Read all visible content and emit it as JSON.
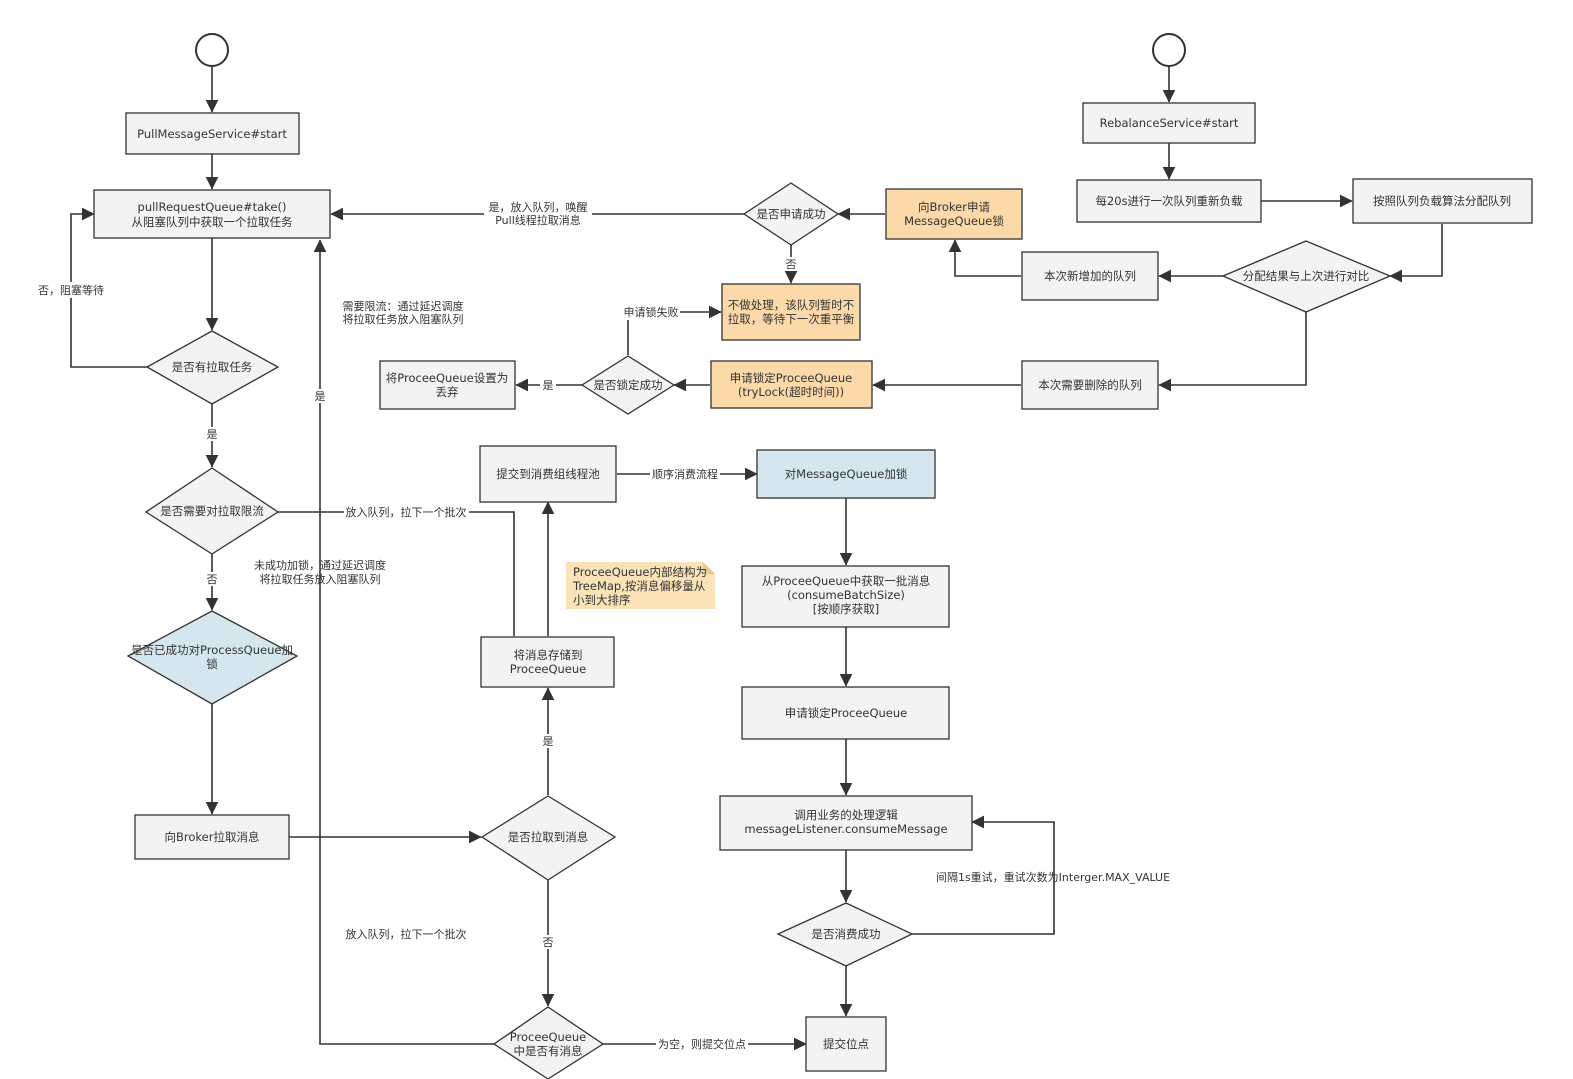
{
  "colors": {
    "default_fill": "#f3f3f3",
    "orange_fill": "#fcd9a8",
    "blue_fill": "#d6e6ee",
    "note_fill": "#fbe3b8",
    "line": "#333333"
  },
  "nodes": {
    "pull_start": "PullMessageService#start",
    "take": [
      "pullRequestQueue#take()",
      "从阻塞队列中获取一个拉取任务"
    ],
    "has_task": "是否有拉取任务",
    "need_limit": "是否需要对拉取限流",
    "locked_pq": [
      "是否已成功对ProcessQueue加",
      "锁"
    ],
    "pull_broker": "向Broker拉取消息",
    "pulled": "是否拉取到消息",
    "has_msg": [
      "ProceeQueue",
      "中是否有消息"
    ],
    "store_pq": [
      "将消息存储到",
      "ProceeQueue"
    ],
    "submit_pool": "提交到消费组线程池",
    "mq_lock": "对MessageQueue加锁",
    "fetch_batch": [
      "从ProceeQueue中获取一批消息",
      "(consumeBatchSize)",
      "[按顺序获取]"
    ],
    "lock_pq": "申请锁定ProceeQueue",
    "call_biz": [
      "调用业务的处理逻辑",
      "messageListener.consumeMessage"
    ],
    "consume_ok": "是否消费成功",
    "commit": "提交位点",
    "rb_start": "RebalanceService#start",
    "every20": "每20s进行一次队列重新负载",
    "allocate": "按照队列负载算法分配队列",
    "compare": "分配结果与上次进行对比",
    "new_q": "本次新增加的队列",
    "del_q": "本次需要删除的队列",
    "broker_lock": [
      "向Broker申请",
      "MessageQueue锁"
    ],
    "apply_ok": "是否申请成功",
    "no_op": [
      "不做处理，该队列暂时不",
      "拉取，等待下一次重平衡"
    ],
    "try_lock": [
      "申请锁定ProceeQueue",
      "(tryLock(超时时间))"
    ],
    "lock_ok": "是否锁定成功",
    "discard": [
      "将ProceeQueue设置为",
      "丢弃"
    ]
  },
  "note": [
    "ProceeQueue内部结构为",
    "TreeMap,按消息偏移量从",
    "小到大排序"
  ],
  "labels": {
    "no_block": "否，阻塞等待",
    "yes": "是",
    "no": "否",
    "limit_note": [
      "需要限流：通过延迟调度",
      "将拉取任务放入阻塞队列"
    ],
    "unlock_note": [
      "未成功加锁，通过延迟调度",
      "将拉取任务放入阻塞队列"
    ],
    "enqueue_next": "放入队列，拉下一个批次",
    "enqueue_next2": "放入队列，拉下一个批次",
    "yes_wake": [
      "是，放入队列，唤醒",
      "Pull线程拉取消息"
    ],
    "lock_fail": "申请锁失败",
    "sequential": "顺序消费流程",
    "empty_commit": "为空，则提交位点",
    "retry": "间隔1s重试，重试次数为Interger.MAX_VALUE"
  }
}
